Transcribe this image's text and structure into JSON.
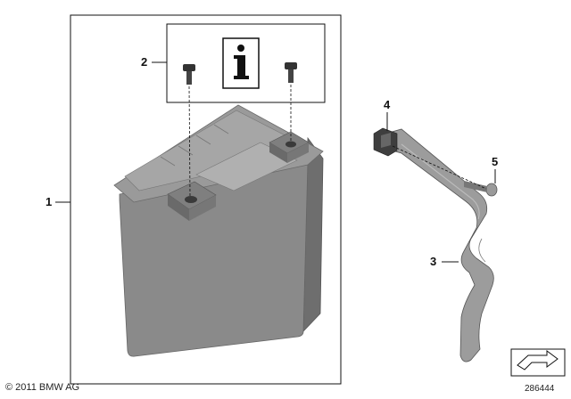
{
  "callouts": {
    "battery": "1",
    "screw_set": "2",
    "bracket": "3",
    "clip_nut": "4",
    "screw": "5"
  },
  "info_icon": "info-icon",
  "copyright": "© 2011 BMW AG",
  "diagram_number": "286444",
  "colors": {
    "line": "#111111",
    "battery_body": "#8a8a8a",
    "battery_top": "#9a9a9a",
    "bracket": "#9c9c9c"
  }
}
